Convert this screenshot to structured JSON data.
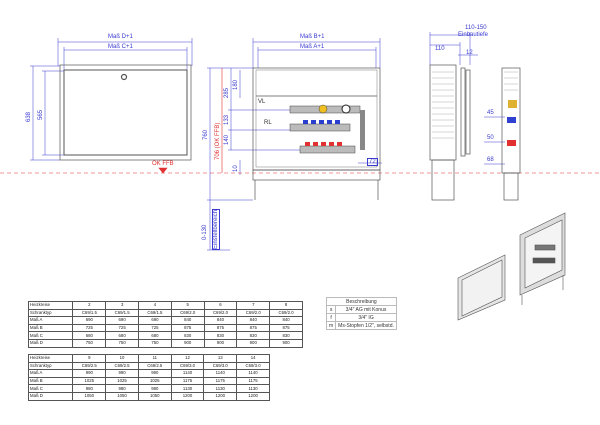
{
  "front_door_view": {
    "dim_outer_width": "Maß D+1",
    "dim_inner_width": "Maß C+1",
    "dim_outer_height": "638",
    "dim_inner_height": "565",
    "floor_label": "OK FFB"
  },
  "front_view": {
    "dim_outer_width": "Maß B+1",
    "dim_inner_width": "Maß A+1",
    "dim_total_height": "760",
    "dim_floor_height": "706 (OK FFB)",
    "dim_285": "285",
    "dim_180": "180",
    "dim_133": "133",
    "dim_140": "140",
    "dim_10": "10",
    "dim_72": "72",
    "adjust_range": "0-130",
    "adjust_label": "Einstellbereich",
    "flow_label": "VL",
    "return_label": "RL"
  },
  "side_view": {
    "depth_range": "110-150",
    "depth_label": "Einbautiefe",
    "dim_110": "110",
    "dim_12": "12",
    "dim_45": "45",
    "dim_50": "50",
    "dim_68": "68"
  },
  "table1": {
    "rows": [
      [
        "Heizkreise",
        "2",
        "3",
        "4",
        "5",
        "6",
        "7",
        "8"
      ],
      [
        "Schranktyp",
        "C69/1.5",
        "C69/1.5",
        "C69/1.5",
        "C69/2.0",
        "C69/2.0",
        "C69/2.0",
        "C69/2.0"
      ],
      [
        "Maß A",
        "690",
        "690",
        "690",
        "840",
        "840",
        "840",
        "840"
      ],
      [
        "Maß B",
        "725",
        "725",
        "725",
        "875",
        "875",
        "875",
        "875"
      ],
      [
        "Maß C",
        "680",
        "680",
        "680",
        "830",
        "830",
        "830",
        "830"
      ],
      [
        "Maß D",
        "750",
        "750",
        "750",
        "900",
        "900",
        "900",
        "900"
      ]
    ]
  },
  "table2": {
    "rows": [
      [
        "Heizkreise",
        "9",
        "10",
        "11",
        "12",
        "13",
        "14"
      ],
      [
        "Schranktyp",
        "C69/2.5",
        "C69/2.5",
        "C69/2.5",
        "C69/3.0",
        "C69/3.0",
        "C69/3.0"
      ],
      [
        "Maß A",
        "990",
        "990",
        "990",
        "1140",
        "1140",
        "1140"
      ],
      [
        "Maß B",
        "1025",
        "1025",
        "1025",
        "1175",
        "1175",
        "1175"
      ],
      [
        "Maß C",
        "980",
        "980",
        "980",
        "1130",
        "1130",
        "1130"
      ],
      [
        "Maß D",
        "1050",
        "1050",
        "1050",
        "1200",
        "1200",
        "1200"
      ]
    ]
  },
  "legend": {
    "title": "Beschreibung",
    "items": [
      {
        "key": "s",
        "text": "3/4\" AG mit Konus"
      },
      {
        "key": "f",
        "text": "3/4\" IG"
      },
      {
        "key": "m",
        "text": "Ms-Stopfen 1/2\", selbstd."
      }
    ]
  },
  "colors": {
    "dimension": "#3a3ad0",
    "floor": "#e03030",
    "line": "#555555"
  }
}
